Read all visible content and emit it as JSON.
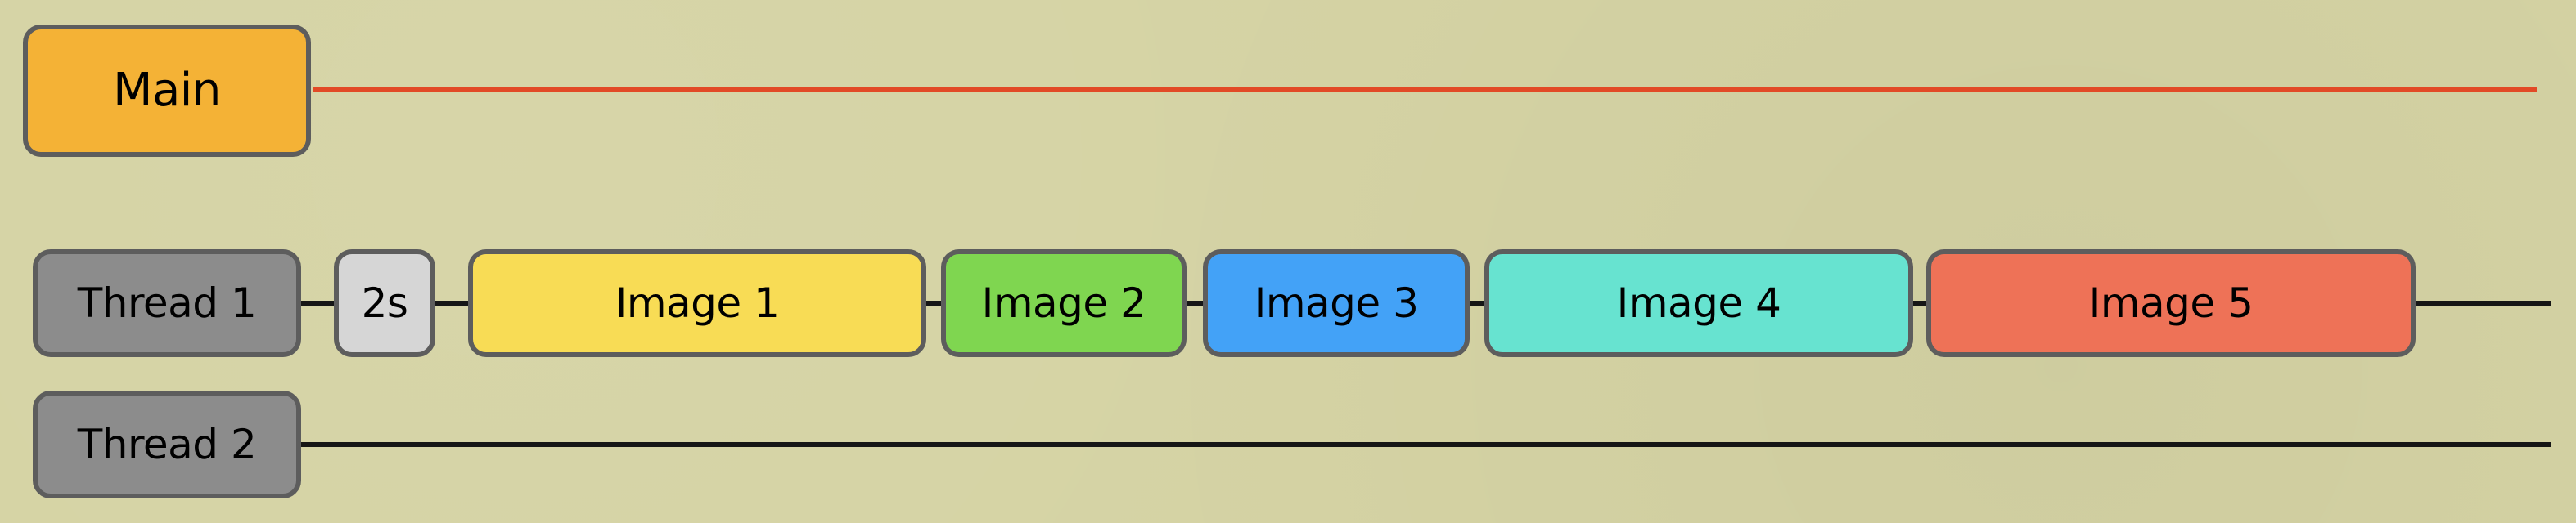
{
  "main": {
    "label": "Main",
    "color": "#f4b236",
    "line_color": "#e24a26"
  },
  "thread1": {
    "label": "Thread 1",
    "color": "#8c8c8c",
    "line_color": "#161616",
    "tasks": [
      {
        "label": "2s",
        "color": "#d6d6d6"
      },
      {
        "label": "Image 1",
        "color": "#f8dc55"
      },
      {
        "label": "Image 2",
        "color": "#7fd650"
      },
      {
        "label": "Image 3",
        "color": "#43a2f7"
      },
      {
        "label": "Image 4",
        "color": "#67e3d0"
      },
      {
        "label": "Image 5",
        "color": "#ee7257"
      }
    ]
  },
  "thread2": {
    "label": "Thread 2",
    "color": "#8c8c8c",
    "line_color": "#161616"
  }
}
